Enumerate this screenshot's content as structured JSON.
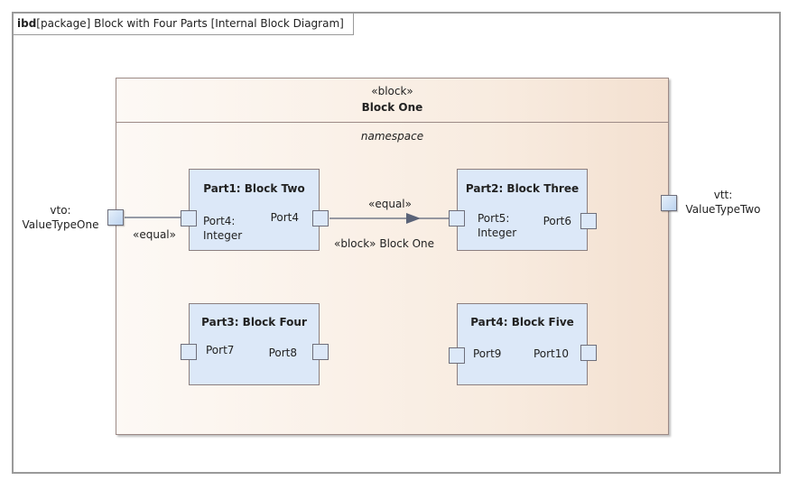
{
  "frame": {
    "kind": "ibd",
    "title": "[package] Block with Four Parts [Internal Block Diagram]"
  },
  "block": {
    "stereotype": "«block»",
    "name": "Block One",
    "compartment": "namespace"
  },
  "external_ports": [
    {
      "name": "vto:",
      "type": "ValueTypeOne"
    },
    {
      "name": "vtt:",
      "type": "ValueTypeTwo"
    }
  ],
  "parts": [
    {
      "title": "Part1: Block Two",
      "left_port": "Port4:",
      "left_port_type": "Integer",
      "right_port": "Port4"
    },
    {
      "title": "Part2: Block Three",
      "left_port": "Port5:",
      "left_port_type": "Integer",
      "right_port": "Port6"
    },
    {
      "title": "Part3: Block Four",
      "left_port": "Port7",
      "right_port": "Port8"
    },
    {
      "title": "Part4: Block Five",
      "left_port": "Port9",
      "right_port": "Port10"
    }
  ],
  "connectors": [
    {
      "from": "vto",
      "to": "Part1.Port4",
      "stereotype": "«equal»"
    },
    {
      "from": "Part1.Port4",
      "to": "Part2.Port5",
      "stereotype": "«equal»",
      "type_label": "«block» Block One"
    }
  ],
  "colors": {
    "frame_border": "#9a9a9a",
    "block_fill": "#f8ebdf",
    "part_fill": "#dce8f8",
    "connector": "#5a6378"
  }
}
